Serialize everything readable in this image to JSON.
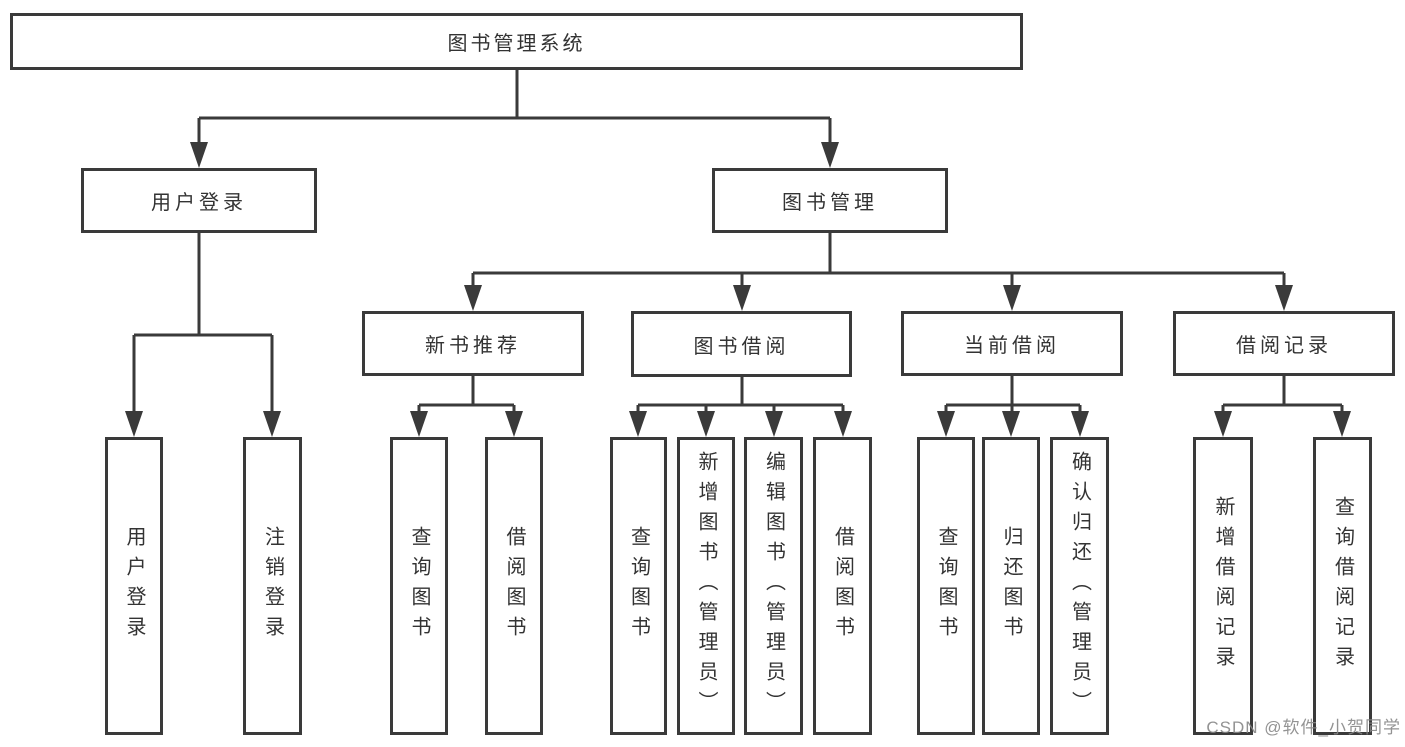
{
  "diagram_title": "图书管理系统",
  "nodes": {
    "root": {
      "label": "图书管理系统"
    },
    "level2": [
      {
        "label": "用户登录"
      },
      {
        "label": "图书管理"
      }
    ],
    "level3": [
      {
        "label": "新书推荐"
      },
      {
        "label": "图书借阅"
      },
      {
        "label": "当前借阅"
      },
      {
        "label": "借阅记录"
      }
    ],
    "leaves": [
      {
        "label": "用户登录"
      },
      {
        "label": "注销登录"
      },
      {
        "label": "查询图书"
      },
      {
        "label": "借阅图书"
      },
      {
        "label": "查询图书"
      },
      {
        "label": "新增图书（管理员）"
      },
      {
        "label": "编辑图书（管理员）"
      },
      {
        "label": "借阅图书"
      },
      {
        "label": "查询图书"
      },
      {
        "label": "归还图书"
      },
      {
        "label": "确认归还（管理员）"
      },
      {
        "label": "新增借阅记录"
      },
      {
        "label": "查询借阅记录"
      }
    ]
  },
  "watermark": "CSDN @软件_小贺同学",
  "colors": {
    "line": "#3a3a3a",
    "text": "#333333",
    "watermark": "#878787",
    "background": "#ffffff"
  }
}
